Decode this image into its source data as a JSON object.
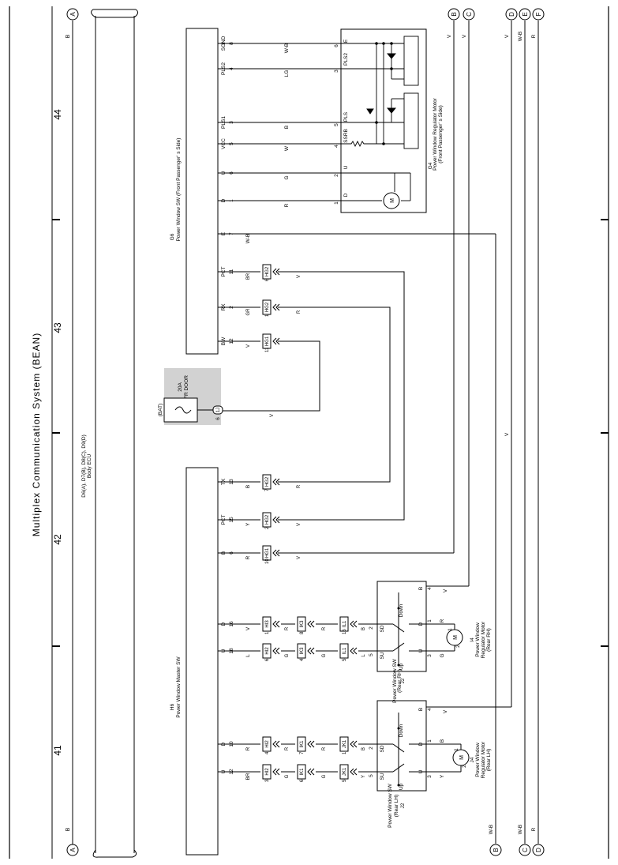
{
  "title": "Multiplex Communication System (BEAN)",
  "page_numbers": [
    "41",
    "42",
    "43",
    "44"
  ],
  "wire_letters": {
    "A": "A",
    "B": "B",
    "C": "C",
    "D": "D",
    "E": "E",
    "F": "F"
  },
  "body_ecu": {
    "code": "D6(A), D7(B), D8(C), D9(D)",
    "name": "Body ECU"
  },
  "left_bus_labels": {
    "top": "B",
    "bottom": "B"
  },
  "fuse": {
    "source": "(BAT)",
    "rating": "20A",
    "name": "FR DOOR",
    "pin": "6",
    "connector": "1J"
  },
  "g6": {
    "code": "G6",
    "name": "Power Window SW (Front Passenger' s Side)",
    "terminals": [
      {
        "name": "SGND",
        "pin": "8",
        "wire": "W-B"
      },
      {
        "name": "PLS2",
        "pin": "4",
        "wire": "LG"
      },
      {
        "name": "PLS1",
        "pin": "3",
        "wire": "B"
      },
      {
        "name": "VCC",
        "pin": "5",
        "wire": "W"
      },
      {
        "name": "U",
        "pin": "6",
        "wire": "G"
      },
      {
        "name": "D",
        "pin": "1",
        "wire": "R"
      },
      {
        "name": "E",
        "pin": "7",
        "wire": "W-B"
      },
      {
        "name": "PCT",
        "pin": "11",
        "wire": "BR"
      },
      {
        "name": "RX",
        "pin": "2",
        "wire": "GR"
      },
      {
        "name": "BW",
        "pin": "12",
        "wire": "V"
      }
    ]
  },
  "g4": {
    "code": "G4",
    "name": "Power Window Regulator Motor",
    "side": "(Front Passenger' s Side)",
    "terminals": [
      {
        "name": "E",
        "pin": "6"
      },
      {
        "name": "PLS2",
        "pin": "3"
      },
      {
        "name": "PLS",
        "pin": "5"
      },
      {
        "name": "SSRB",
        "pin": "4"
      },
      {
        "name": "U",
        "pin": "2"
      },
      {
        "name": "D",
        "pin": "1"
      }
    ],
    "motor": "M"
  },
  "h6": {
    "code": "H6",
    "name": "Power Window Master SW",
    "terminals": [
      {
        "name": "TX",
        "pin": "13",
        "wire": "B"
      },
      {
        "name": "PCT",
        "pin": "15",
        "wire": "Y"
      },
      {
        "name": "B",
        "pin": "6",
        "wire": "R"
      },
      {
        "name": "D",
        "pin": "16",
        "wire": "V"
      },
      {
        "name": "U",
        "pin": "18",
        "wire": "L"
      },
      {
        "name": "D",
        "pin": "10",
        "wire": "R"
      },
      {
        "name": "U",
        "pin": "12",
        "wire": "BR"
      }
    ]
  },
  "connectors": {
    "g6_pct": {
      "pin": "6",
      "id": "HG2",
      "wire": "V"
    },
    "g6_rx": {
      "pin": "1",
      "id": "HG2",
      "wire": "R"
    },
    "g6_bw": {
      "pin": "11",
      "id": "HG1",
      "wire": "V"
    },
    "h6_tx": {
      "pin": "7",
      "id": "HG2",
      "wire": "R"
    },
    "h6_pct": {
      "pin": "2",
      "id": "HG2",
      "wire": "V"
    },
    "h6_b": {
      "pin": "10",
      "id": "HG1",
      "wire": "V"
    },
    "rh_d1": {
      "pin": "1",
      "id": "HI3",
      "wire": "R"
    },
    "rh_d2": {
      "pin": "8",
      "id": "IK3",
      "wire": "R"
    },
    "rh_d3": {
      "pin": "16",
      "id": "IL1",
      "wire": "B"
    },
    "rh_u1": {
      "pin": "6",
      "id": "HI2",
      "wire": "G"
    },
    "rh_u2": {
      "pin": "4",
      "id": "IK3",
      "wire": "G"
    },
    "rh_u3": {
      "pin": "5",
      "id": "IL1",
      "wire": "L"
    },
    "lh_d1": {
      "pin": "4",
      "id": "HI2",
      "wire": "R"
    },
    "lh_d2": {
      "pin": "7",
      "id": "IK1",
      "wire": "R"
    },
    "lh_d3": {
      "pin": "1",
      "id": "JK1",
      "wire": "B"
    },
    "lh_u1": {
      "pin": "3",
      "id": "HI2",
      "wire": "G"
    },
    "lh_u2": {
      "pin": "6",
      "id": "IK1",
      "wire": "G"
    },
    "lh_u3": {
      "pin": "5",
      "id": "JK1",
      "wire": "Y"
    }
  },
  "j2": {
    "code": "J2",
    "name": "Power Window SW",
    "side": "(Rear RH)",
    "terminals": [
      {
        "name": "SD",
        "pin": "2"
      },
      {
        "name": "SU",
        "pin": "5"
      },
      {
        "name": "D",
        "pin": "1"
      },
      {
        "name": "U",
        "pin": "3"
      },
      {
        "name": "B",
        "pin": "4"
      }
    ],
    "switch_labels": {
      "down": "Down",
      "up": "Up"
    },
    "b_wire": "V",
    "d_wire": "R",
    "u_wire": "G"
  },
  "i4": {
    "code": "I4",
    "name": "Power Window",
    "name2": "Regulator Motor",
    "side": "(Rear RH)",
    "pins": [
      "1",
      "2"
    ],
    "motor": "M"
  },
  "j3": {
    "code": "J2",
    "name": "Power Window SW",
    "side": "(Rear LH)",
    "terminals": [
      {
        "name": "SD",
        "pin": "2"
      },
      {
        "name": "SU",
        "pin": "5"
      },
      {
        "name": "D",
        "pin": "1"
      },
      {
        "name": "U",
        "pin": "3"
      },
      {
        "name": "B",
        "pin": "4"
      }
    ],
    "switch_labels": {
      "down": "Down",
      "up": "Up"
    },
    "b_wire": "V",
    "d_wire": "B",
    "u_wire": "Y"
  },
  "j4": {
    "code": "J4",
    "name": "Power Window",
    "name2": "Regulator Motor",
    "side": "(Rear LH)",
    "pins": [
      "1",
      "2"
    ],
    "motor": "M"
  },
  "right_wires": {
    "B": "V",
    "C": "V",
    "D": "V",
    "E": "W-B",
    "F": "R"
  },
  "bottom_wires": {
    "B": "W-B",
    "C": "W-B",
    "D": "R"
  }
}
